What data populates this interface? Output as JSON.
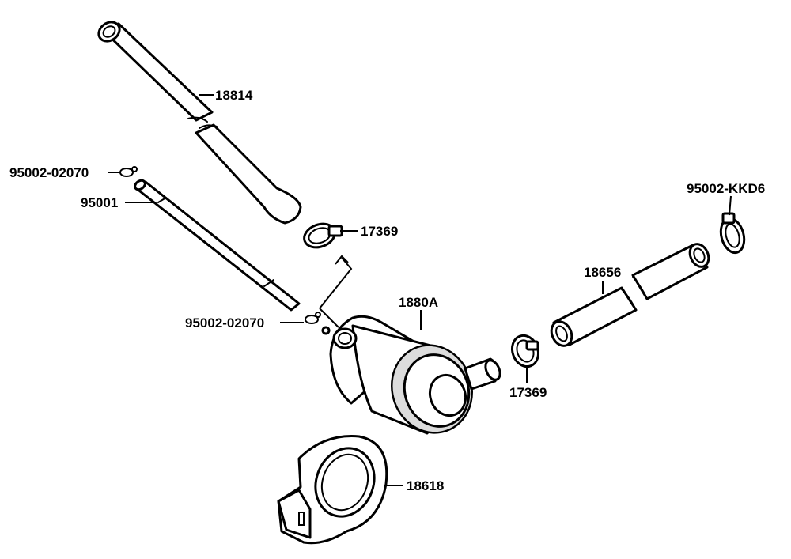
{
  "labels": {
    "p18814": "18814",
    "p95002_02070_top": "95002-02070",
    "p95001": "95001",
    "p17369_top": "17369",
    "p1880A": "1880A",
    "p95002_02070_mid": "95002-02070",
    "p18656": "18656",
    "p95002_KKD6": "95002-KKD6",
    "p17369_bottom": "17369",
    "p18618": "18618"
  }
}
